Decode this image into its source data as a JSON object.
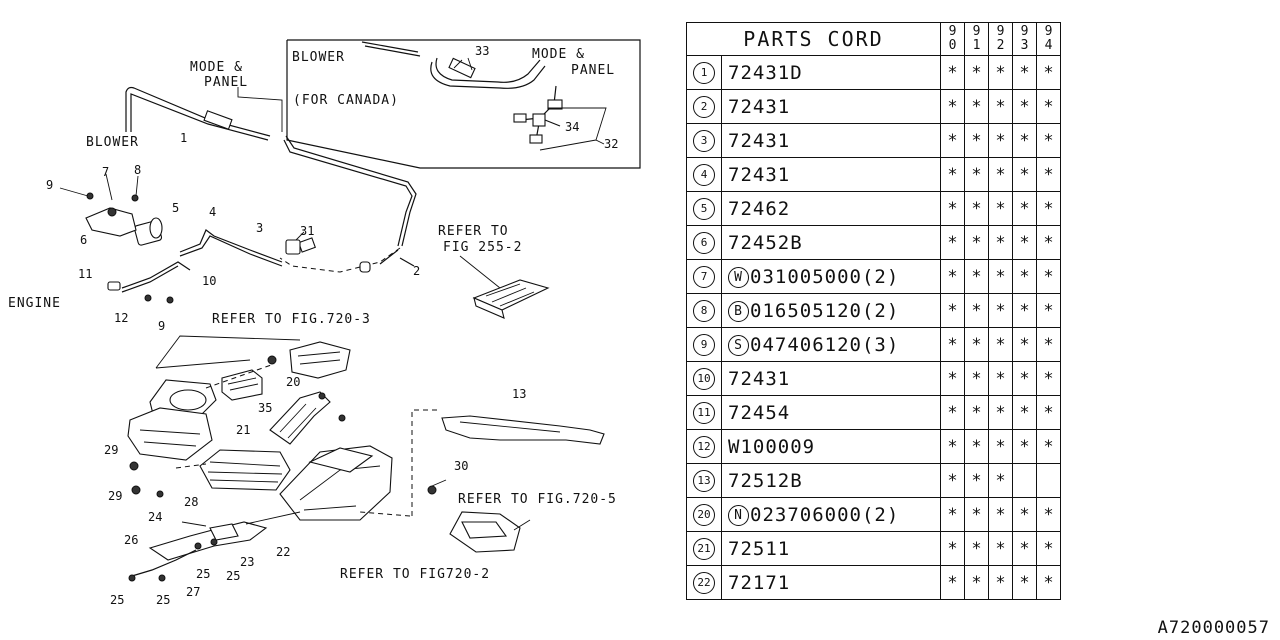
{
  "diagram": {
    "labels": {
      "mode_panel": [
        "MODE &",
        "PANEL"
      ],
      "blower": "BLOWER",
      "engine": "ENGINE",
      "refer_255": [
        "REFER TO",
        "FIG 255-2"
      ],
      "refer_7203": "REFER TO FIG.720-3",
      "refer_7205": "REFER TO FIG.720-5",
      "refer_7202": "REFER TO FIG720-2"
    },
    "inset": {
      "blower": "BLOWER",
      "canada": "(FOR CANADA)",
      "mode_panel": [
        "MODE &",
        "PANEL"
      ],
      "callouts": [
        "33",
        "34",
        "32"
      ]
    },
    "callouts": [
      "1",
      "2",
      "3",
      "4",
      "5",
      "6",
      "7",
      "8",
      "9",
      "9",
      "10",
      "11",
      "12",
      "13",
      "20",
      "21",
      "22",
      "23",
      "24",
      "25",
      "25",
      "25",
      "25",
      "26",
      "27",
      "28",
      "29",
      "29",
      "30",
      "31",
      "35"
    ]
  },
  "table": {
    "header": "PARTS CORD",
    "years": [
      [
        "9",
        "0"
      ],
      [
        "9",
        "1"
      ],
      [
        "9",
        "2"
      ],
      [
        "9",
        "3"
      ],
      [
        "9",
        "4"
      ]
    ],
    "rows": [
      {
        "idx": "1",
        "prefix": "",
        "code": "72431D",
        "marks": [
          "*",
          "*",
          "*",
          "*",
          "*"
        ]
      },
      {
        "idx": "2",
        "prefix": "",
        "code": "72431",
        "marks": [
          "*",
          "*",
          "*",
          "*",
          "*"
        ]
      },
      {
        "idx": "3",
        "prefix": "",
        "code": "72431",
        "marks": [
          "*",
          "*",
          "*",
          "*",
          "*"
        ]
      },
      {
        "idx": "4",
        "prefix": "",
        "code": "72431",
        "marks": [
          "*",
          "*",
          "*",
          "*",
          "*"
        ]
      },
      {
        "idx": "5",
        "prefix": "",
        "code": "72462",
        "marks": [
          "*",
          "*",
          "*",
          "*",
          "*"
        ]
      },
      {
        "idx": "6",
        "prefix": "",
        "code": "72452B",
        "marks": [
          "*",
          "*",
          "*",
          "*",
          "*"
        ]
      },
      {
        "idx": "7",
        "prefix": "W",
        "code": "031005000(2)",
        "marks": [
          "*",
          "*",
          "*",
          "*",
          "*"
        ]
      },
      {
        "idx": "8",
        "prefix": "B",
        "code": "016505120(2)",
        "marks": [
          "*",
          "*",
          "*",
          "*",
          "*"
        ]
      },
      {
        "idx": "9",
        "prefix": "S",
        "code": "047406120(3)",
        "marks": [
          "*",
          "*",
          "*",
          "*",
          "*"
        ]
      },
      {
        "idx": "10",
        "prefix": "",
        "code": "72431",
        "marks": [
          "*",
          "*",
          "*",
          "*",
          "*"
        ]
      },
      {
        "idx": "11",
        "prefix": "",
        "code": "72454",
        "marks": [
          "*",
          "*",
          "*",
          "*",
          "*"
        ]
      },
      {
        "idx": "12",
        "prefix": "",
        "code": "W100009",
        "marks": [
          "*",
          "*",
          "*",
          "*",
          "*"
        ]
      },
      {
        "idx": "13",
        "prefix": "",
        "code": "72512B",
        "marks": [
          "*",
          "*",
          "*",
          "",
          ""
        ]
      },
      {
        "idx": "20",
        "prefix": "N",
        "code": "023706000(2)",
        "marks": [
          "*",
          "*",
          "*",
          "*",
          "*"
        ]
      },
      {
        "idx": "21",
        "prefix": "",
        "code": "72511",
        "marks": [
          "*",
          "*",
          "*",
          "*",
          "*"
        ]
      },
      {
        "idx": "22",
        "prefix": "",
        "code": "72171",
        "marks": [
          "*",
          "*",
          "*",
          "*",
          "*"
        ]
      }
    ]
  },
  "doc_number": "A720000057"
}
